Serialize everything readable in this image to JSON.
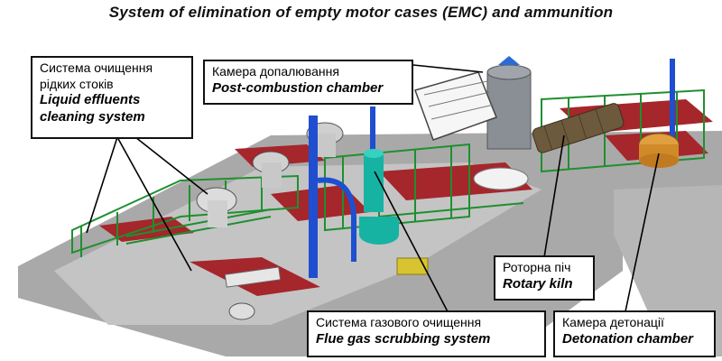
{
  "title": "System of elimination  of empty motor cases (EMC) and ammunition",
  "callouts": {
    "liquid": {
      "ua_1": "Система  очищення",
      "ua_2": "рідких  стоків",
      "en_1": "Liquid effluents",
      "en_2": "cleaning system"
    },
    "postcomb": {
      "ua": "Камера  допалювання",
      "en": "Post-combustion  chamber"
    },
    "rotary": {
      "ua": "Роторна  піч",
      "en": "Rotary kiln"
    },
    "fluegas": {
      "ua": "Система  газового очищення",
      "en": "Flue gas scrubbing system"
    },
    "detonation": {
      "ua": "Камера  детонації",
      "en": "Detonation chamber"
    }
  },
  "colors": {
    "floor": "#a9a9a9",
    "steel_frame": "#1f8f2f",
    "deck": "#a5262b",
    "pipe_blue": "#1f4fd0",
    "teal": "#16b3a3",
    "chamber_grey": "#8a8f96",
    "kiln_brown": "#6d5a3c",
    "detonation_orange": "#e0a040",
    "yellow_unit": "#d8c430"
  },
  "icons": {
    "plant": "industrial-plant-illustration"
  }
}
